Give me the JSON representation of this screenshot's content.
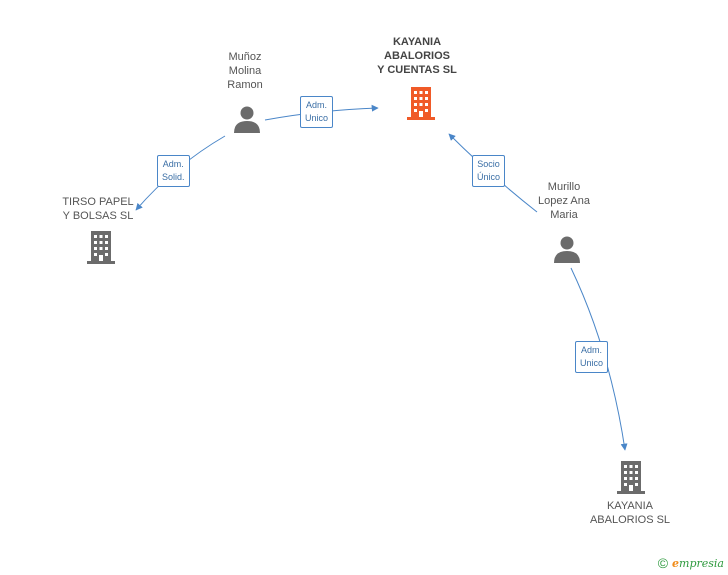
{
  "nodes": {
    "munoz": {
      "label_lines": [
        "Muñoz",
        "Molina",
        "Ramon"
      ]
    },
    "kayania_main": {
      "label_lines": [
        "KAYANIA",
        "ABALORIOS",
        "Y CUENTAS SL"
      ]
    },
    "tirso": {
      "label_lines": [
        "TIRSO PAPEL",
        "Y BOLSAS SL"
      ]
    },
    "murillo": {
      "label_lines": [
        "Murillo",
        "Lopez Ana",
        "Maria"
      ]
    },
    "kayania_sl": {
      "label_lines": [
        "KAYANIA",
        "ABALORIOS SL"
      ]
    }
  },
  "edges": {
    "munoz_kayania": {
      "lines": [
        "Adm.",
        "Unico"
      ]
    },
    "munoz_tirso": {
      "lines": [
        "Adm.",
        "Solid."
      ]
    },
    "murillo_kayania": {
      "lines": [
        "Socio",
        "Único"
      ]
    },
    "murillo_kayaniasl": {
      "lines": [
        "Adm.",
        "Unico"
      ]
    }
  },
  "colors": {
    "focus_company": "#f05a28",
    "company": "#6b6b6b",
    "person": "#6b6b6b",
    "edge": "#4a86c8"
  },
  "footer": {
    "copyright": "©",
    "brand_initial": "e",
    "brand_rest": "mpresia"
  }
}
